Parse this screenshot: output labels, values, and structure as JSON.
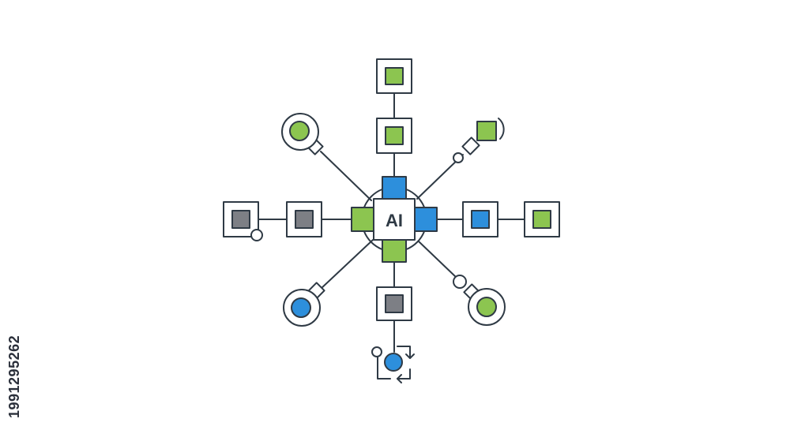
{
  "hub": {
    "label": "AI"
  },
  "stock_id": "1991295262",
  "colors": {
    "stroke": "#2f3a45",
    "green": "#8cc550",
    "blue": "#2d8fdc",
    "gray": "#7d7f85",
    "white": "#ffffff"
  },
  "nodes": {
    "top_inner": "green-square",
    "top_outer": "green-square",
    "right_inner": "blue-square",
    "right_outer": "green-square",
    "left_inner": "gray-square",
    "left_outer": "gray-square",
    "bottom_inner": "gray-square",
    "bottom_end": "blue-circle-cycle",
    "upper_left": "green-circle",
    "upper_right": "green-square-signal",
    "lower_left": "blue-circle",
    "lower_right": "green-circle"
  }
}
